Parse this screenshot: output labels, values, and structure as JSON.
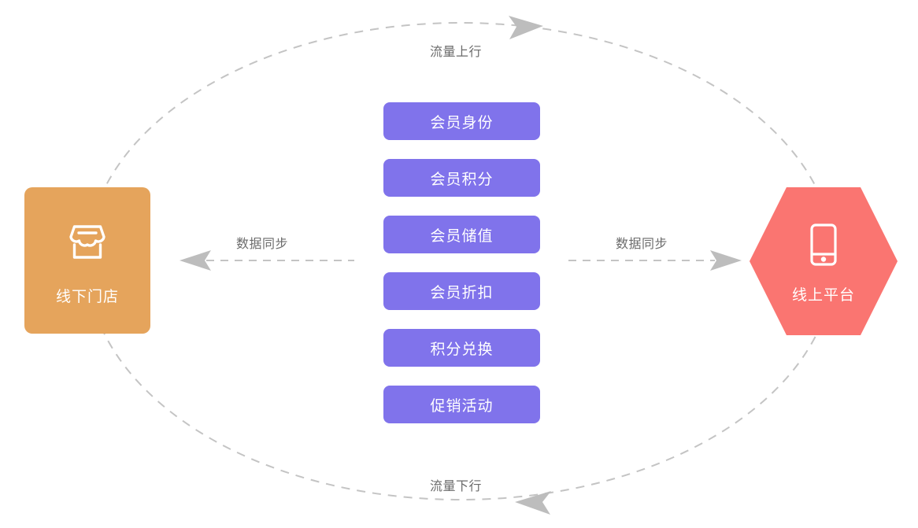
{
  "diagram": {
    "type": "cycle-flow",
    "background_color": "#ffffff",
    "nodes": {
      "offline_store": {
        "label": "线下门店",
        "icon": "storefront-icon",
        "shape": "rounded-rect",
        "color": "#e5a45c",
        "text_color": "#ffffff"
      },
      "online_platform": {
        "label": "线上平台",
        "icon": "mobile-phone-icon",
        "shape": "hexagon",
        "color": "#fa7571",
        "text_color": "#ffffff"
      }
    },
    "shared_capabilities": {
      "color": "#8073eb",
      "text_color": "#ffffff",
      "items": [
        {
          "label": "会员身份"
        },
        {
          "label": "会员积分"
        },
        {
          "label": "会员储值"
        },
        {
          "label": "会员折扣"
        },
        {
          "label": "积分兑换"
        },
        {
          "label": "促销活动"
        }
      ]
    },
    "edges": {
      "color": "#c4c4c4",
      "label_color": "#6b6b6b",
      "style": "dashed",
      "items": [
        {
          "label": "流量上行",
          "direction": "right",
          "position": "top-arc"
        },
        {
          "label": "流量下行",
          "direction": "left",
          "position": "bottom-arc"
        },
        {
          "label": "数据同步",
          "direction": "left",
          "position": "middle-left"
        },
        {
          "label": "数据同步",
          "direction": "right",
          "position": "middle-right"
        }
      ]
    }
  }
}
